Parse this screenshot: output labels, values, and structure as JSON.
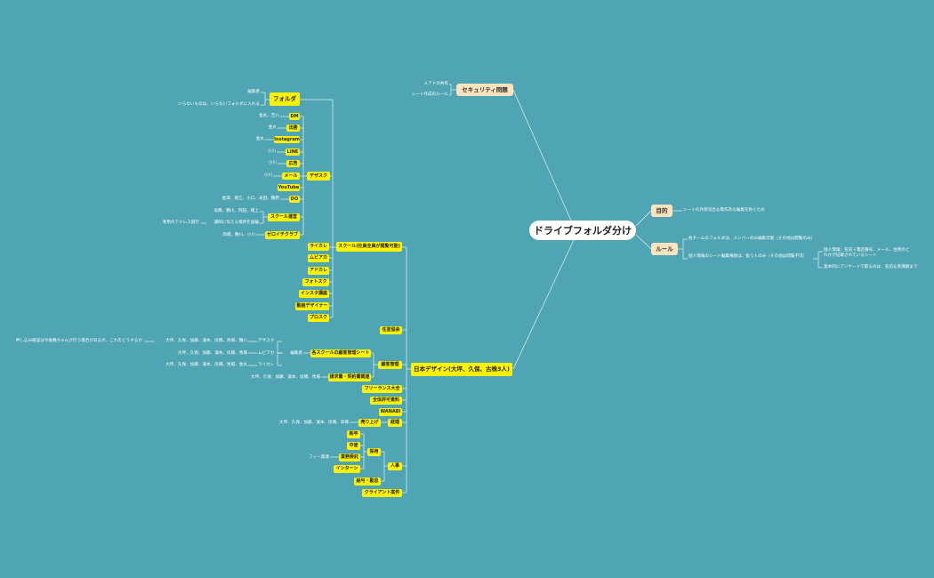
{
  "central": "ドライブフォルダ分け",
  "security": {
    "label": "セキュリティ問題",
    "items": [
      "メアドの共有",
      "シート作成のルール"
    ]
  },
  "purpose": {
    "label": "目的",
    "text": "シートの外部流出＆無作為な編集を防ぐため"
  },
  "rules": {
    "label": "ルール",
    "item1": "各チームのフォルダは、メンバーのみ編集可能（その他は閲覧のみ）",
    "item2": "個人情報のシート編集権限は、扱う人のみ（その他は閲覧不可）",
    "sub1": "個人情報：名前＋電話番号、メール、住所のどれかが記載されているシート",
    "sub2": "基本的にアンケートで取るのは、名前＆受講期まで"
  },
  "folder": {
    "label": "フォルダ",
    "items": [
      "編集者",
      "いらないものは、いらないフォルダに入れる"
    ]
  },
  "desk": {
    "label": "デザスク",
    "items": [
      {
        "label": "DM",
        "note": "金丸、吉川"
      },
      {
        "label": "法務",
        "note": "金丸"
      },
      {
        "label": "Instagram",
        "note": "金丸"
      },
      {
        "label": "LINE",
        "note": "小川"
      },
      {
        "label": "広告",
        "note": "小川"
      },
      {
        "label": "メール",
        "note": "小川"
      },
      {
        "label": "YouTube",
        "note": ""
      },
      {
        "label": "DO",
        "note": "金澤、堀江、小口、米田、鶴原"
      }
    ],
    "school": {
      "label": "スクール運営",
      "notes": [
        "高橋、鶴川、岡田、榎上",
        "講師に伝える場所を副編"
      ],
      "extra": "専用のアドレス発行"
    },
    "club": {
      "label": "ゼロイチクラブ",
      "note": "高橋、鶴川、小川"
    }
  },
  "school_view": {
    "label": "スクール(社員全員が閲覧可能)",
    "items": [
      "ライカレ",
      "ムビアカ",
      "アドカレ",
      "フォトスク",
      "インスタ講座",
      "動画デザイナー",
      "プロスク"
    ]
  },
  "japan": {
    "label": "日本デザイン(大坪、久保、古株3人)",
    "recruit": "任宣協会",
    "customer": {
      "label": "顧客管理",
      "sheet": "各スクールの顧客管理シート",
      "editor": "編集者",
      "rows": [
        {
          "name": "デザスク",
          "note": "大坪、久保、加藤、濱本、房橋、馬場、鶴川"
        },
        {
          "name": "ムビアカ",
          "note": "大坪、久保、加藤、濱本、房橋、馬場"
        },
        {
          "name": "ライカレ",
          "note": "大坪、久保、加藤、濱本、房橋、馬場、金丸"
        }
      ],
      "desk_note": "申し込み確認は今後鶴ちゃんが行う場合があるが、これをどうするか",
      "contract": {
        "label": "請求書・契約書関連",
        "note": "大坪、久保、加藤、濱本、房橋、馬場"
      }
    },
    "freelance": "フリーランス大全",
    "license": "全体許可資料",
    "wanabi": "WANABI",
    "accounting": {
      "label": "経理",
      "sales": "売り上げ",
      "note": "大坪、久保、加藤、濱本、房橋、高橋"
    },
    "hr": {
      "label": "人事",
      "hire": "採用",
      "hire_items": [
        "新卒",
        "中途",
        "業務委託",
        "インターン"
      ],
      "fee_note": "フィー葉達",
      "pay": "給与・勤怠"
    },
    "client": "クライアント案件"
  }
}
